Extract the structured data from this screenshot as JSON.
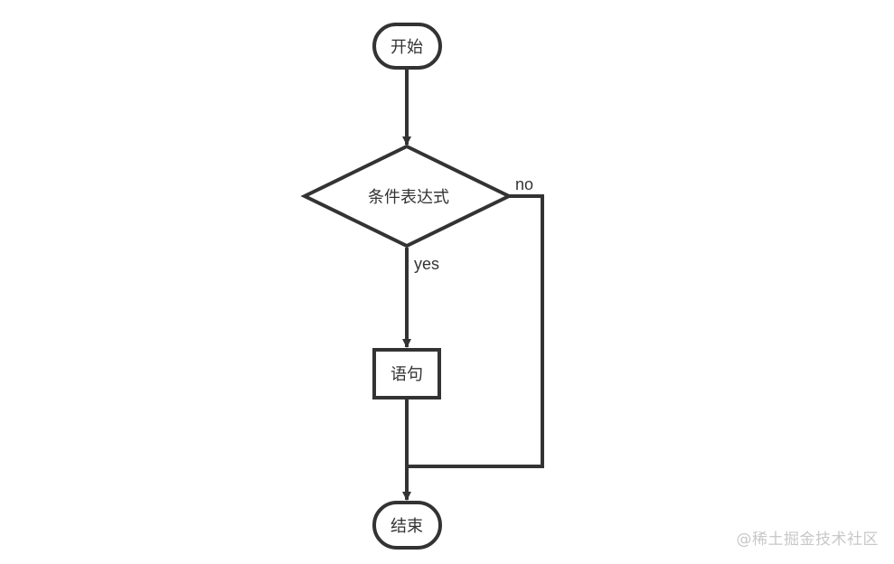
{
  "flowchart": {
    "nodes": {
      "start": "开始",
      "condition": "条件表达式",
      "statement": "语句",
      "end": "结束"
    },
    "edges": {
      "yes_label": "yes",
      "no_label": "no"
    }
  },
  "colors": {
    "stroke": "#333333",
    "text": "#333333",
    "watermark": "#c8c8c8"
  },
  "watermark": {
    "text": "@稀土掘金技术社区"
  }
}
